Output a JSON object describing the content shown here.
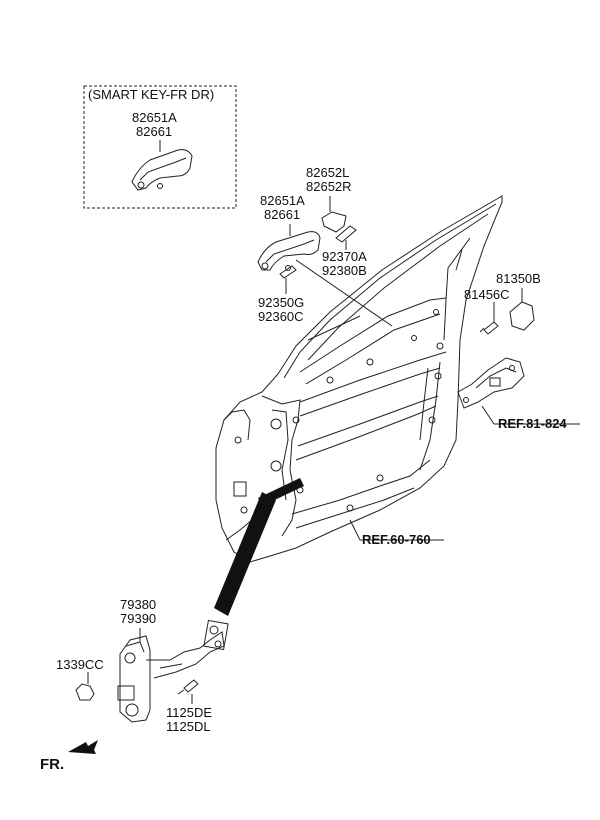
{
  "smart_key_box": {
    "title": "(SMART KEY-FR DR)",
    "parts": [
      "82651A",
      "82661"
    ]
  },
  "callouts": {
    "handle_upper": [
      "82651A",
      "82661"
    ],
    "cover": [
      "82652L",
      "82652R"
    ],
    "pad_small": [
      "92370A",
      "92380B"
    ],
    "pad_lower": [
      "92350G",
      "92360C"
    ],
    "latch_bracket": "81350B",
    "screw": "81456C",
    "checker": [
      "79380",
      "79390"
    ],
    "nut": "1339CC",
    "bolt": [
      "1125DE",
      "1125DL"
    ]
  },
  "references": {
    "latch": "REF.81-824",
    "door": "REF.60-760"
  },
  "direction": {
    "label": "FR."
  },
  "colors": {
    "line": "#222222",
    "fill_dark": "#111111"
  }
}
